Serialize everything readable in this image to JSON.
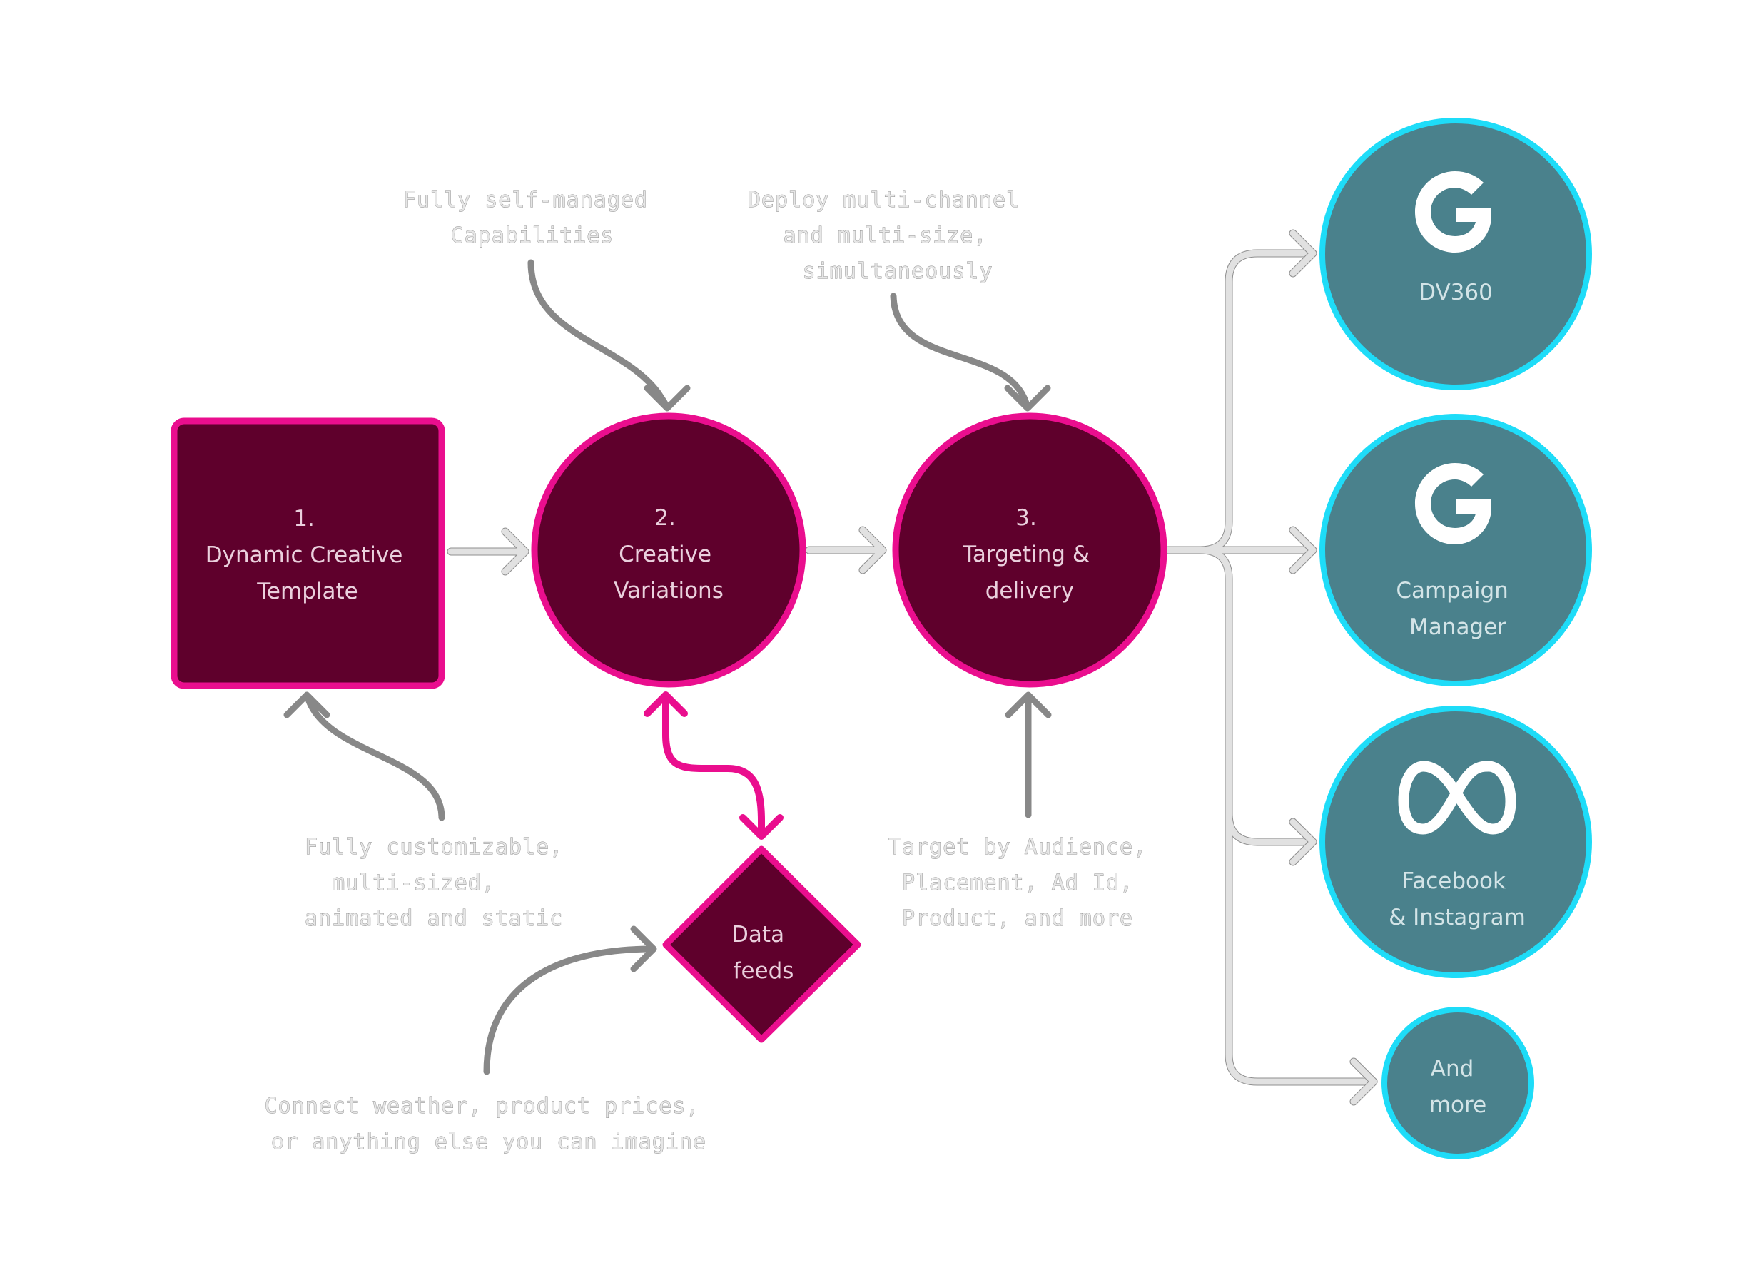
{
  "colors": {
    "step_fill": "#5f002c",
    "step_border": "#ea0e8e",
    "platform_fill": "#4a818c",
    "platform_border": "#1edcf8",
    "note_arrow": "#888888",
    "flow_arrow": "#e1e1e1",
    "feed_arrow": "#ea0e8e"
  },
  "steps": [
    {
      "id": "template",
      "shape": "rounded-square",
      "lines": [
        "1.",
        "Dynamic Creative",
        "Template"
      ]
    },
    {
      "id": "variations",
      "shape": "circle",
      "lines": [
        "2.",
        "Creative",
        "Variations"
      ]
    },
    {
      "id": "targeting",
      "shape": "circle",
      "lines": [
        "3.",
        "Targeting &",
        "delivery"
      ]
    }
  ],
  "data_feeds": {
    "shape": "diamond",
    "lines": [
      "Data",
      "feeds"
    ]
  },
  "platforms": [
    {
      "id": "dv360",
      "icon": "google-g-icon",
      "lines": [
        "DV360"
      ]
    },
    {
      "id": "campaign-manager",
      "icon": "google-g-icon",
      "lines": [
        "Campaign",
        "Manager"
      ]
    },
    {
      "id": "facebook-instagram",
      "icon": "meta-infinity-icon",
      "lines": [
        "Facebook",
        "& Instagram"
      ]
    },
    {
      "id": "more",
      "icon": null,
      "lines": [
        "And",
        "more"
      ]
    }
  ],
  "annotations": {
    "self_managed": [
      "Fully self-managed",
      "Capabilities"
    ],
    "multi_channel": [
      "Deploy multi-channel",
      "and multi-size,",
      "simultaneously"
    ],
    "customizable": [
      "Fully customizable,",
      "  multi-sized,",
      "animated and static"
    ],
    "targeting": [
      "Target by Audience,",
      " Placement, Ad Id,",
      " Product, and more"
    ],
    "data_connect": [
      "Connect weather, product prices,",
      "or anything else you can imagine"
    ]
  }
}
